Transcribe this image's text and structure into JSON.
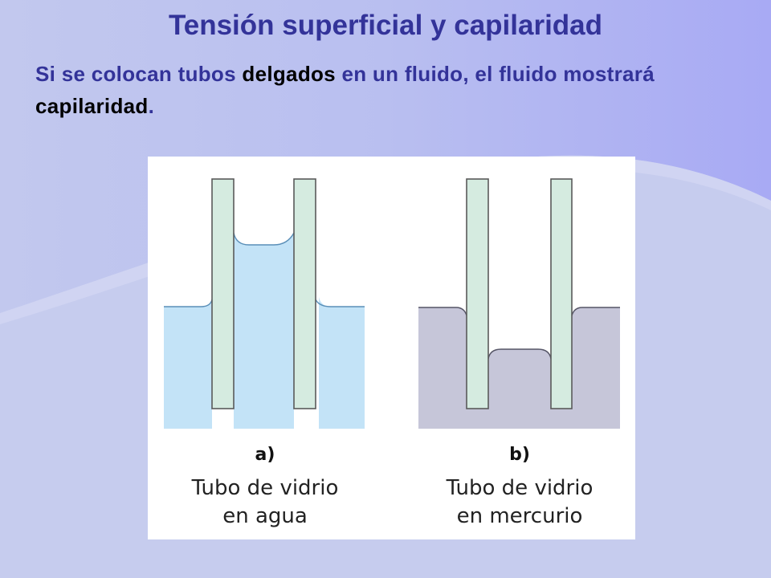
{
  "slide": {
    "title": "Tensión superficial y capilaridad",
    "subtitle": {
      "part1": "Si se colocan tubos ",
      "em1": "delgados",
      "part2": " en un fluido, el fluido mostrará ",
      "em2": "capilaridad",
      "part3": "."
    }
  },
  "figure": {
    "panel_a": {
      "letter": "a)",
      "caption_line1": "Tubo de vidrio",
      "caption_line2": "en agua"
    },
    "panel_b": {
      "letter": "b)",
      "caption_line1": "Tubo de vidrio",
      "caption_line2": "en mercurio"
    }
  },
  "colors": {
    "title": "#333399",
    "emphasis": "#000000",
    "water": "#c3e3f7",
    "mercury": "#c6c6d9",
    "glass": "#d5ebe0"
  }
}
